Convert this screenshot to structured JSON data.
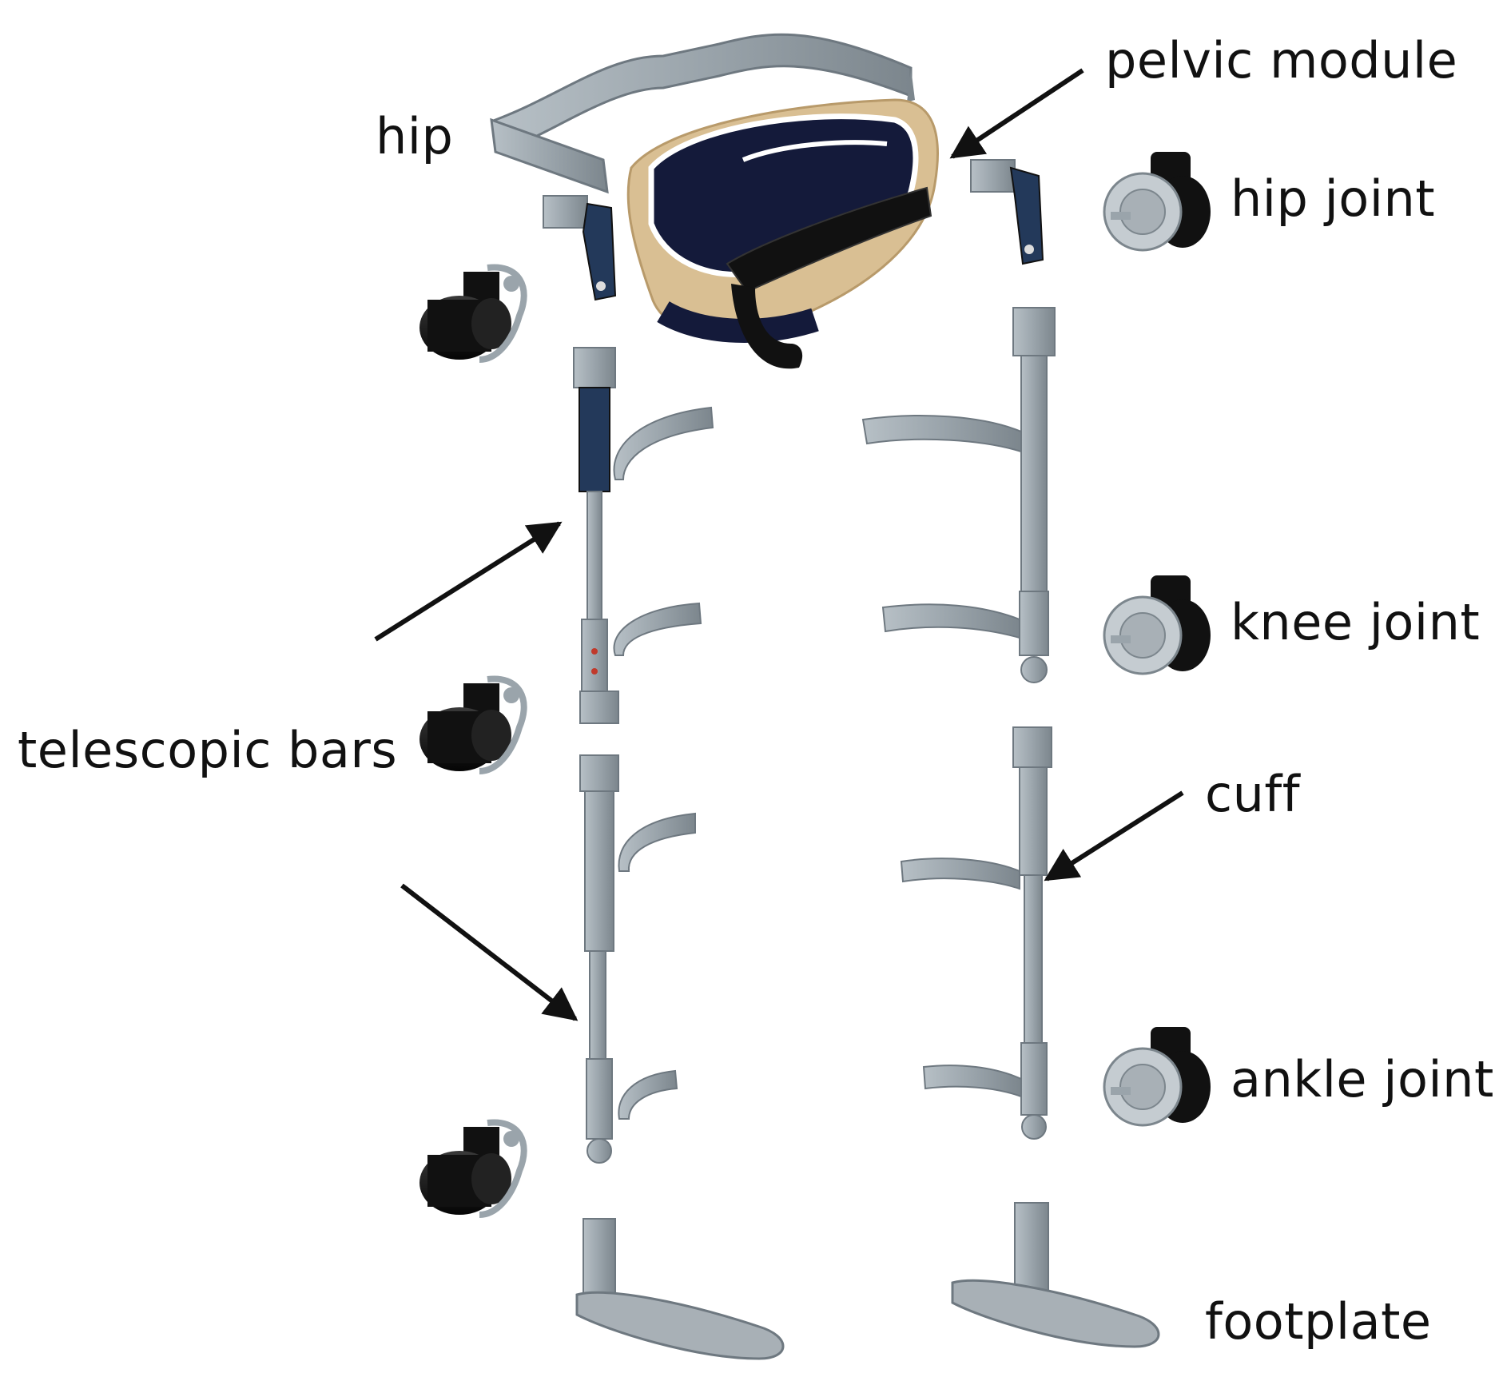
{
  "labels": {
    "pelvic_module": "pelvic module",
    "hip": "hip",
    "hip_joint": "hip joint",
    "knee_joint": "knee joint",
    "telescopic_bars": "telescopic bars",
    "cuff": "cuff",
    "ankle_joint": "ankle joint",
    "footplate": "footplate"
  },
  "colors": {
    "metal": "#9aa4ab",
    "metal_edge": "#6e7880",
    "blue_part": "#23395a",
    "belt_tan": "#d9bf93",
    "belt_navy": "#141a3a",
    "motor": "#111111",
    "arrow": "#111111"
  }
}
